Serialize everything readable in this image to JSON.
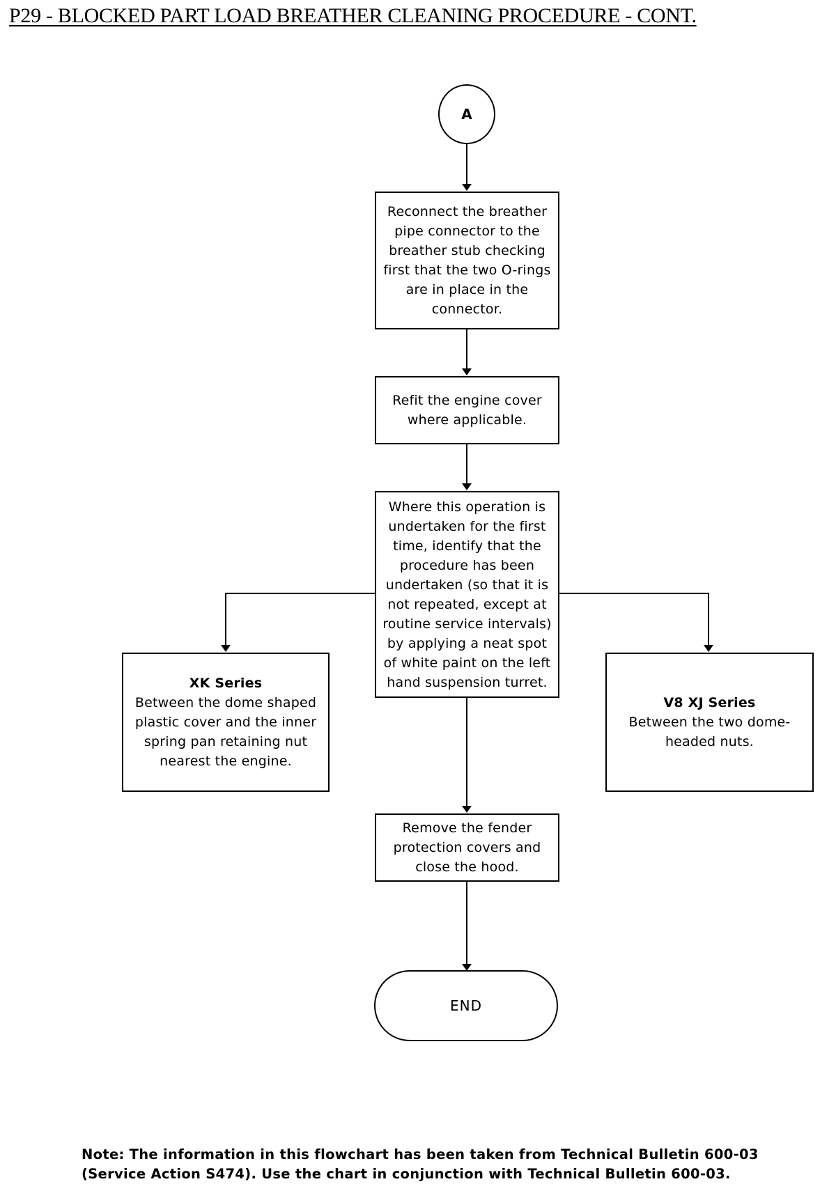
{
  "title": "P29 - BLOCKED PART LOAD BREATHER CLEANING PROCEDURE - CONT.",
  "flowchart": {
    "start_connector": "A",
    "steps": {
      "reconnect": [
        "Reconnect the breather",
        "pipe connector to the",
        "breather stub checking",
        "first that the two O-rings",
        "are in place in the",
        "connector."
      ],
      "refit": [
        "Refit the engine cover",
        "where applicable."
      ],
      "identify": [
        "Where this operation is",
        "undertaken for the first",
        "time, identify that the",
        "procedure has been",
        "undertaken (so that it is",
        "not repeated, except at",
        "routine service intervals)",
        "by applying a neat spot",
        "of white paint on the left",
        "hand suspension turret."
      ],
      "remove": [
        "Remove the fender",
        "protection covers and",
        "close the hood."
      ]
    },
    "xk_series": {
      "heading": "XK Series",
      "lines": [
        "Between the dome shaped",
        "plastic cover and the inner",
        "spring pan retaining nut",
        "nearest the engine."
      ]
    },
    "xj_series": {
      "heading": "V8 XJ Series",
      "lines": [
        "Between the two dome-",
        "headed nuts."
      ]
    },
    "end_label": "END"
  },
  "note": {
    "line1": "Note: The information in this flowchart has been taken from Technical Bulletin 600-03",
    "line2": "(Service Action S474).  Use the chart in conjunction with Technical Bulletin 600-03."
  }
}
